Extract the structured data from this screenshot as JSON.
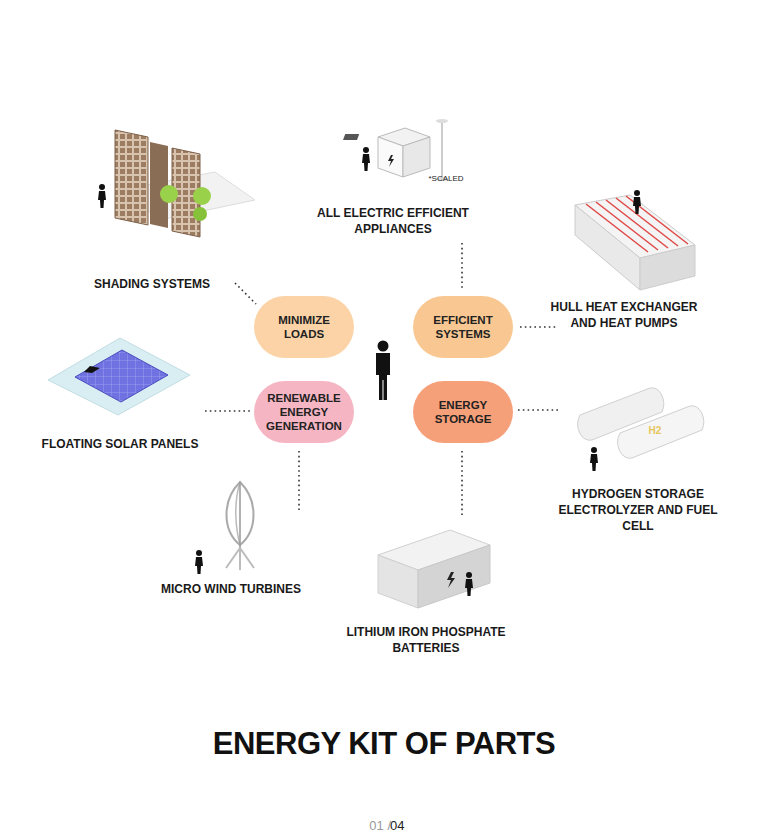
{
  "diagram": {
    "title": "ENERGY KIT OF PARTS",
    "nodes": [
      {
        "text": [
          "MINIMIZE LOADS"
        ]
      },
      {
        "text": [
          "EFFICIENT SYSTEMS"
        ]
      },
      {
        "text": [
          "RENEWABLE ENERGY GENERATION"
        ]
      },
      {
        "text": [
          "ENERGY STORAGE"
        ]
      }
    ],
    "edges": [],
    "labels": [
      "*SCALED",
      "ALL ELECTRIC EFFICIENT APPLIANCES",
      "SHADING SYSTEMS",
      "HULL HEAT EXCHANGER AND HEAT PUMPS",
      "FLOATING SOLAR PANELS",
      "HYDROGEN STORAGE ELECTROLYZER AND FUEL CELL",
      "MICRO WIND TURBINES",
      "LITHIUM IRON PHOSPHATE BATTERIES",
      "H2",
      "01 /",
      "04"
    ]
  }
}
